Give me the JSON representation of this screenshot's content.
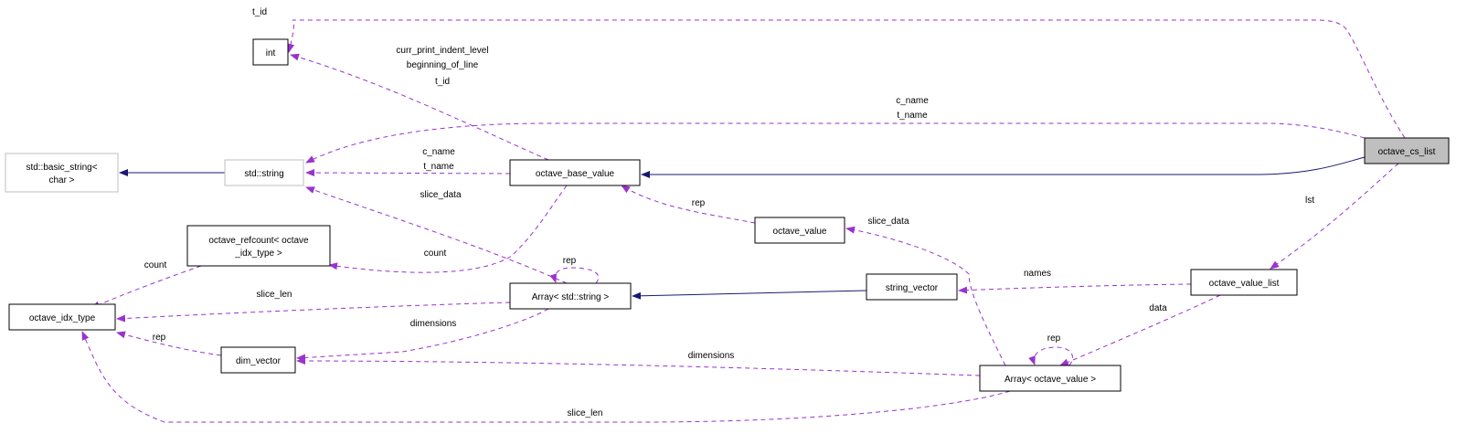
{
  "title": "octave_cs_list collaboration graph",
  "colors": {
    "usage_edge": "#9a32cd",
    "inherit_edge": "#191970",
    "focus_fill": "#bfbfbf",
    "external_border": "#bfbfbf"
  },
  "nodes": [
    {
      "id": "int",
      "lines": [
        "int"
      ],
      "kind": "normal"
    },
    {
      "id": "basic_string",
      "lines": [
        "std::basic_string<",
        "char >"
      ],
      "kind": "external"
    },
    {
      "id": "std_string",
      "lines": [
        "std::string"
      ],
      "kind": "external"
    },
    {
      "id": "octave_base_value",
      "lines": [
        "octave_base_value"
      ],
      "kind": "normal"
    },
    {
      "id": "octave_refcount",
      "lines": [
        "octave_refcount< octave",
        "_idx_type >"
      ],
      "kind": "normal"
    },
    {
      "id": "octave_idx_type",
      "lines": [
        "octave_idx_type"
      ],
      "kind": "normal"
    },
    {
      "id": "array_string",
      "lines": [
        "Array< std::string >"
      ],
      "kind": "normal"
    },
    {
      "id": "dim_vector",
      "lines": [
        "dim_vector"
      ],
      "kind": "normal"
    },
    {
      "id": "octave_value",
      "lines": [
        "octave_value"
      ],
      "kind": "normal"
    },
    {
      "id": "string_vector",
      "lines": [
        "string_vector"
      ],
      "kind": "normal"
    },
    {
      "id": "octave_value_list",
      "lines": [
        "octave_value_list"
      ],
      "kind": "normal"
    },
    {
      "id": "array_octave_value",
      "lines": [
        "Array< octave_value >"
      ],
      "kind": "normal"
    },
    {
      "id": "octave_cs_list",
      "lines": [
        "octave_cs_list"
      ],
      "kind": "focus"
    }
  ],
  "edges": [
    {
      "from": "octave_cs_list",
      "to": "int",
      "type": "usage",
      "labels": [
        "t_id"
      ]
    },
    {
      "from": "octave_base_value",
      "to": "int",
      "type": "usage",
      "labels": [
        "curr_print_indent_level",
        "beginning_of_line",
        "t_id"
      ]
    },
    {
      "from": "octave_cs_list",
      "to": "std_string",
      "type": "usage",
      "labels": [
        "c_name",
        "t_name"
      ]
    },
    {
      "from": "octave_base_value",
      "to": "std_string",
      "type": "usage",
      "labels": [
        "c_name",
        "t_name"
      ]
    },
    {
      "from": "std_string",
      "to": "basic_string",
      "type": "inherit",
      "labels": []
    },
    {
      "from": "octave_cs_list",
      "to": "octave_base_value",
      "type": "inherit",
      "labels": []
    },
    {
      "from": "array_string",
      "to": "std_string",
      "type": "usage",
      "labels": [
        "slice_data"
      ]
    },
    {
      "from": "octave_base_value",
      "to": "octave_refcount",
      "type": "usage",
      "labels": [
        "count"
      ]
    },
    {
      "from": "octave_refcount",
      "to": "octave_idx_type",
      "type": "usage",
      "labels": [
        "count"
      ]
    },
    {
      "from": "octave_value",
      "to": "octave_base_value",
      "type": "usage",
      "labels": [
        "rep"
      ]
    },
    {
      "from": "octave_cs_list",
      "to": "octave_value_list",
      "type": "usage",
      "labels": [
        "lst"
      ]
    },
    {
      "from": "array_string",
      "to": "array_string",
      "type": "usage",
      "labels": [
        "rep"
      ]
    },
    {
      "from": "array_string",
      "to": "octave_idx_type",
      "type": "usage",
      "labels": [
        "slice_len"
      ]
    },
    {
      "from": "string_vector",
      "to": "array_string",
      "type": "inherit",
      "labels": []
    },
    {
      "from": "array_octave_value",
      "to": "octave_value",
      "type": "usage",
      "labels": [
        "slice_data"
      ]
    },
    {
      "from": "octave_value_list",
      "to": "string_vector",
      "type": "usage",
      "labels": [
        "names"
      ]
    },
    {
      "from": "octave_value_list",
      "to": "array_octave_value",
      "type": "usage",
      "labels": [
        "data"
      ]
    },
    {
      "from": "dim_vector",
      "to": "octave_idx_type",
      "type": "usage",
      "labels": [
        "rep"
      ]
    },
    {
      "from": "array_string",
      "to": "dim_vector",
      "type": "usage",
      "labels": [
        "dimensions"
      ]
    },
    {
      "from": "array_octave_value",
      "to": "array_octave_value",
      "type": "usage",
      "labels": [
        "rep"
      ]
    },
    {
      "from": "array_octave_value",
      "to": "dim_vector",
      "type": "usage",
      "labels": [
        "dimensions"
      ]
    },
    {
      "from": "array_octave_value",
      "to": "octave_idx_type",
      "type": "usage",
      "labels": [
        "slice_len"
      ]
    }
  ]
}
